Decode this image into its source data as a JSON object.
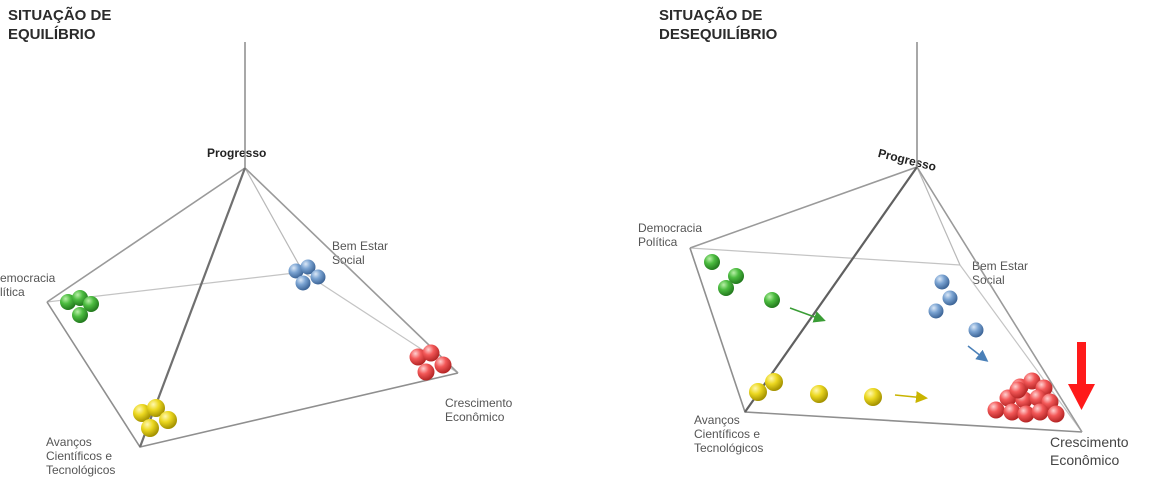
{
  "left_panel": {
    "title": "SITUAÇÃO DE\nEQUILÍBRIO",
    "labels": {
      "apex": "Progresso",
      "democracy": "emocracia\nlítica",
      "welfare": "Bem Estar\nSocial",
      "economy": "Crescimento\nEconômico",
      "science": "Avanços\nCientíficos e\nTecnológicos"
    }
  },
  "right_panel": {
    "title": "SITUAÇÃO DE\nDESEQUILÍBRIO",
    "labels": {
      "apex": "Progresso",
      "democracy": "Democracia\nPolítica",
      "welfare": "Bem Estar\nSocial",
      "economy": "Crescimento\nEconômico",
      "science": "Avanços\nCientíficos e\nTecnológicos"
    }
  },
  "colors": {
    "democracy": "#3fae3a",
    "welfare": "#6f97c9",
    "economy": "#ef4b4b",
    "science": "#e8d21a",
    "arrow": "#ff1a1a"
  }
}
